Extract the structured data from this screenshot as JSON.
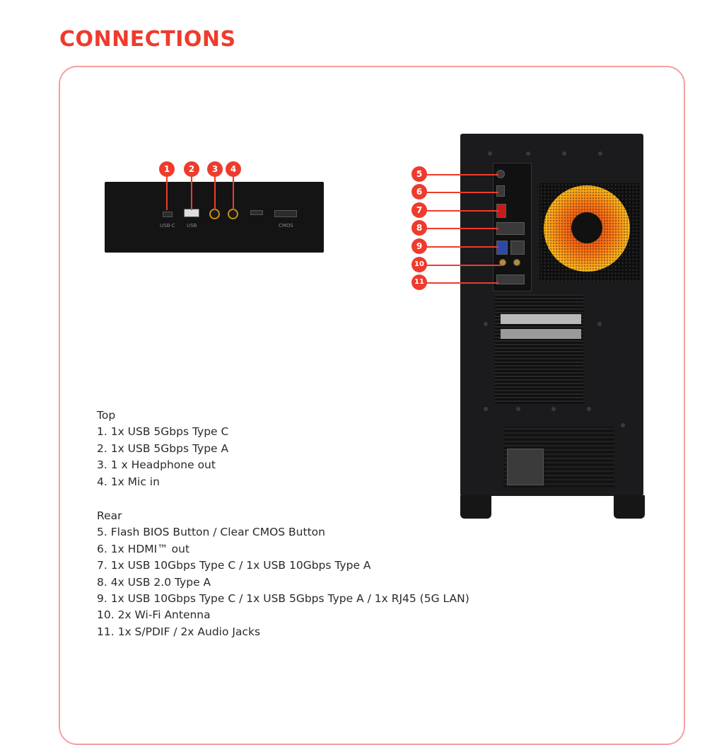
{
  "page": {
    "title": "CONNECTIONS",
    "accent_color": "#ee3b2d",
    "border_color": "#f2a0a0"
  },
  "top_panel": {
    "callouts": [
      "1",
      "2",
      "3",
      "4"
    ],
    "port_labels": [
      "USB-C",
      "USB",
      "",
      "",
      "",
      "CMOS"
    ]
  },
  "rear_panel": {
    "callouts": [
      "5",
      "6",
      "7",
      "8",
      "9",
      "10",
      "11"
    ]
  },
  "lists": {
    "top": {
      "heading": "Top",
      "items": [
        "1. 1x USB 5Gbps Type C",
        "2. 1x USB 5Gbps Type A",
        "3. 1 x Headphone out",
        "4. 1x Mic in"
      ]
    },
    "rear": {
      "heading": "Rear",
      "items": [
        "5. Flash BIOS Button / Clear CMOS Button",
        "6. 1x HDMI™ out",
        "7. 1x USB 10Gbps Type C / 1x USB 10Gbps Type A",
        "8. 4x USB 2.0 Type A",
        "9. 1x USB 10Gbps Type C / 1x USB 5Gbps Type A / 1x RJ45 (5G LAN)",
        "10. 2x Wi-Fi Antenna",
        "11. 1x S/PDIF / 2x Audio Jacks"
      ]
    }
  }
}
